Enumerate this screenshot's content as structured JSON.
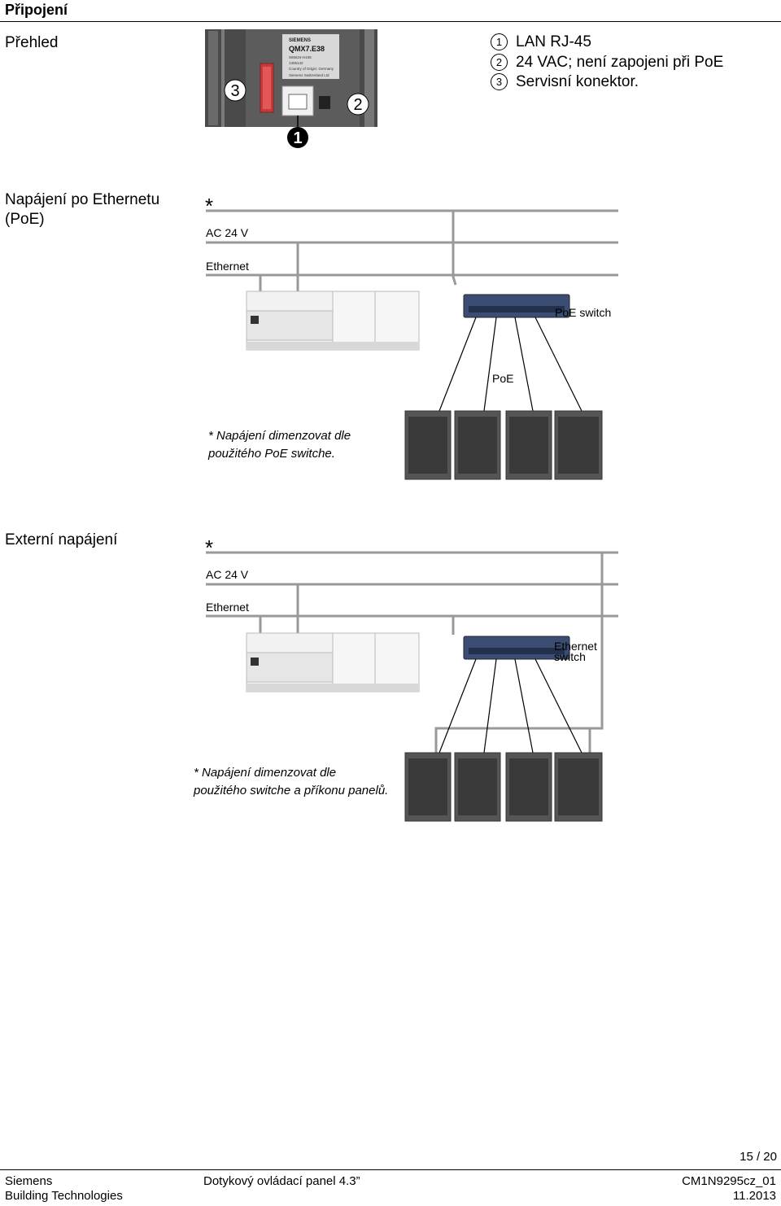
{
  "header": {
    "title": "Připojení"
  },
  "overview": {
    "label": "Přehled",
    "photo": {
      "brand_text": "SIEMENS",
      "model_text": "QMX7.E38",
      "label_lines": [
        "S55624-H106",
        "1306142",
        "Country of Origin: Germany"
      ],
      "footer_text": "Siemens Switzerland Ltd",
      "callouts": [
        "3",
        "2",
        "1"
      ]
    },
    "items": [
      {
        "num": "1",
        "text": "LAN RJ-45"
      },
      {
        "num": "2",
        "text": "24 VAC; není zapojeni při PoE"
      },
      {
        "num": "3",
        "text": "Servisní konektor."
      }
    ]
  },
  "poe": {
    "title_line1": "Napájení po Ethernetu",
    "title_line2": "(PoE)",
    "star": "*",
    "ac_label": "AC 24 V",
    "ethernet_label": "Ethernet",
    "switch_label": "PoE switch",
    "poe_label": "PoE",
    "note_line1": "* Napájení dimenzovat dle",
    "note_line2": "použitého PoE switche."
  },
  "external": {
    "title": "Externí napájení",
    "star": "*",
    "ac_label": "AC 24 V",
    "ethernet_label": "Ethernet",
    "switch_label_line1": "Ethernet",
    "switch_label_line2": "switch",
    "note_line1": "* Napájení dimenzovat dle",
    "note_line2": "použitého switche a příkonu panelů."
  },
  "footer": {
    "page": "15 / 20",
    "company": "Siemens",
    "division": "Building Technologies",
    "doc_title": "Dotykový ovládací panel 4.3”",
    "doc_code": "CM1N9295cz_01",
    "date": "11.2013"
  },
  "colors": {
    "wire": "#999999",
    "switch_blue": "#3b4d73",
    "panel_dark": "#555555"
  }
}
